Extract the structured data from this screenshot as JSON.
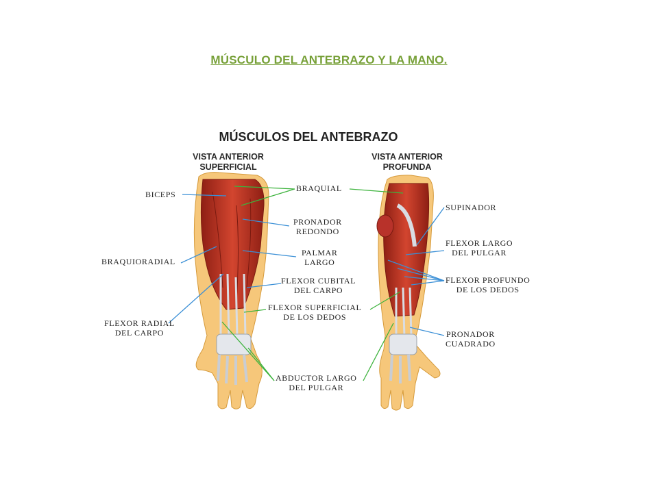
{
  "slide": {
    "title": "MÚSCULO DEL ANTEBRAZO Y LA MANO."
  },
  "figure": {
    "heading": "MÚSCULOS DEL ANTEBRAZO",
    "left_view": [
      "VISTA ANTERIOR",
      "SUPERFICIAL"
    ],
    "right_view": [
      "VISTA ANTERIOR",
      "PROFUNDA"
    ],
    "labels": {
      "biceps": "BICEPS",
      "braquial": "BRAQUIAL",
      "pronador_redondo": [
        "PRONADOR",
        "REDONDO"
      ],
      "palmar_largo": [
        "PALMAR",
        "LARGO"
      ],
      "braquioradial": "BRAQUIORADIAL",
      "flexor_cubital": [
        "FLEXOR CUBITAL",
        "DEL CARPO"
      ],
      "flexor_superficial": [
        "FLEXOR SUPERFICIAL",
        "DE LOS DEDOS"
      ],
      "flexor_radial": [
        "FLEXOR RADIAL",
        "DEL CARPO"
      ],
      "abductor_largo": [
        "ABDUCTOR LARGO",
        "DEL PULGAR"
      ],
      "supinador": "SUPINADOR",
      "flexor_largo_pulgar": [
        "FLEXOR LARGO",
        "DEL PULGAR"
      ],
      "flexor_profundo": [
        "FLEXOR PROFUNDO",
        "DE LOS DEDOS"
      ],
      "pronador_cuadrado": [
        "PRONADOR",
        "CUADRADO"
      ]
    },
    "colors": {
      "title": "#77a038",
      "muscle": "#c0392b",
      "muscle_dark": "#8e1f14",
      "skin": "#f6c77a",
      "tendon": "#d9dde3",
      "leader_blue": "#3a8fd6",
      "leader_green": "#3db33d"
    }
  }
}
